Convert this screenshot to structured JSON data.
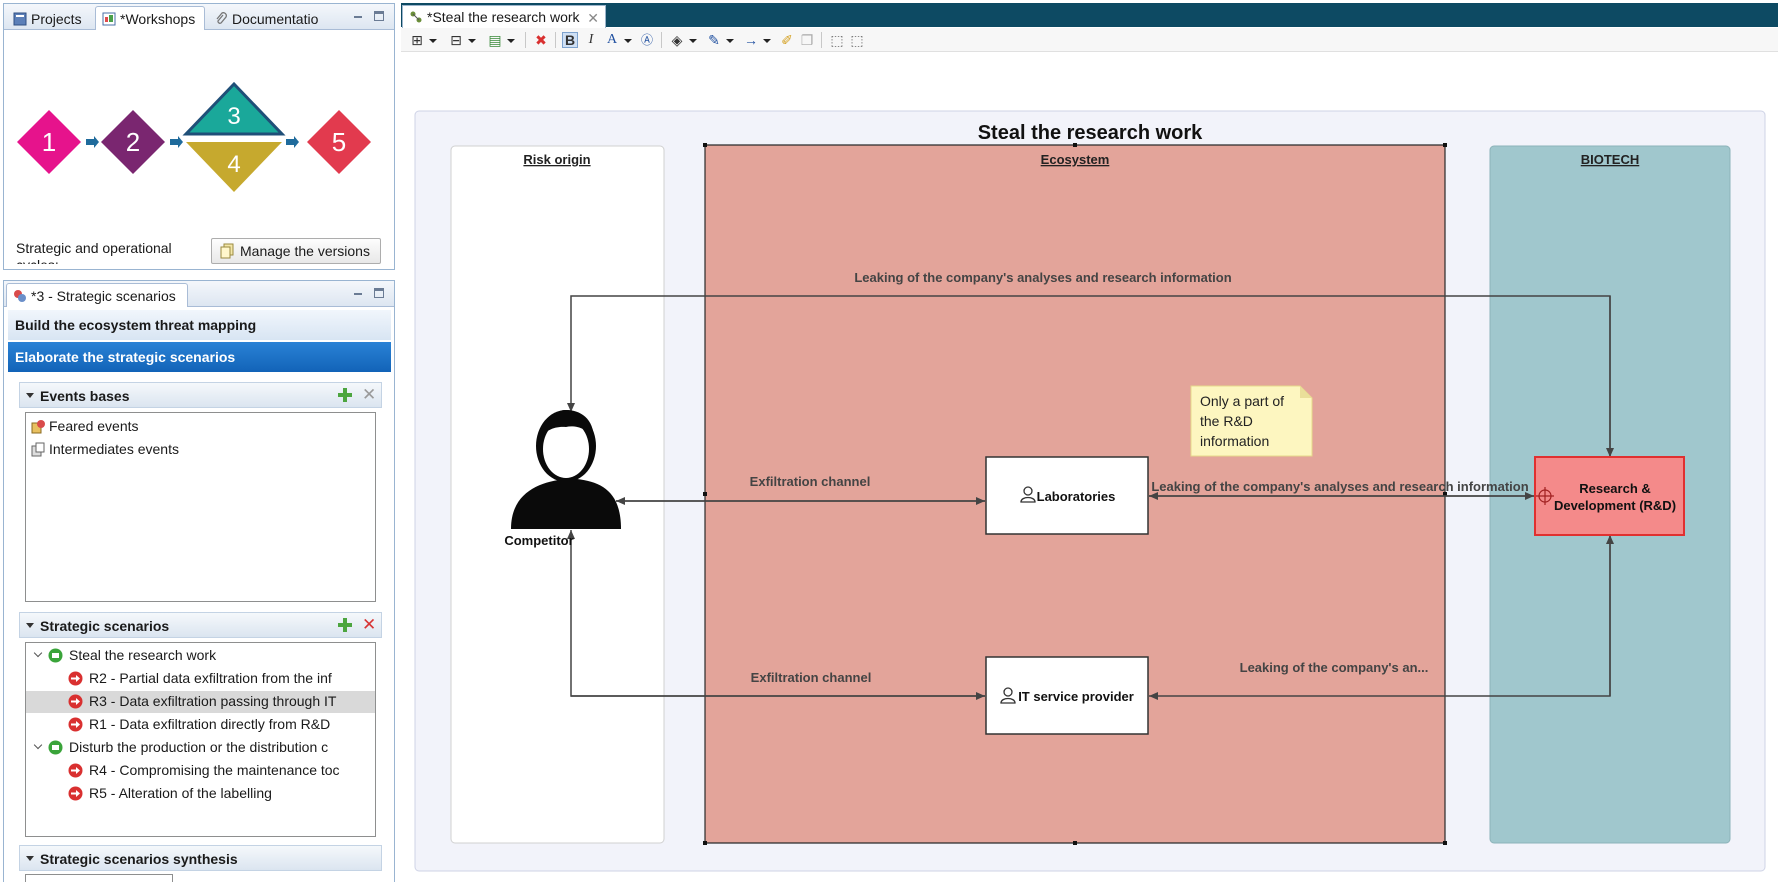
{
  "left_top": {
    "tabs": [
      {
        "label": "Projects"
      },
      {
        "label": "*Workshops"
      },
      {
        "label": "Documentatio"
      }
    ],
    "cycle_steps": [
      "1",
      "2",
      "3",
      "4",
      "5"
    ],
    "cycles_label": "Strategic and operational cycles:",
    "manage_versions": "Manage the versions"
  },
  "left_bottom": {
    "tab_label": "*3 - Strategic scenarios",
    "steps": [
      {
        "label": "Build the ecosystem threat mapping"
      },
      {
        "label": "Elaborate the strategic scenarios"
      }
    ],
    "events": {
      "title": "Events bases",
      "items": [
        {
          "label": "Feared events"
        },
        {
          "label": "Intermediates events"
        }
      ]
    },
    "scenarios": {
      "title": "Strategic scenarios",
      "items": [
        {
          "label": "Steal the research work",
          "level": 0
        },
        {
          "label": "R2 - Partial data exfiltration from the inf",
          "level": 1
        },
        {
          "label": "R3 - Data exfiltration passing through IT",
          "level": 1
        },
        {
          "label": "R1 - Data exfiltration directly from R&D",
          "level": 1
        },
        {
          "label": "Disturb the production or the distribution c",
          "level": 0
        },
        {
          "label": "R4 - Compromising the maintenance toc",
          "level": 1
        },
        {
          "label": "R5 - Alteration of the labelling",
          "level": 1
        }
      ]
    },
    "synthesis_title": "Strategic scenarios synthesis"
  },
  "editor": {
    "tab_label": "*Steal the research work",
    "toolbar": {
      "bold": "B",
      "italic": "I",
      "font_color": "A"
    }
  },
  "diagram": {
    "title": "Steal the research work",
    "lanes": {
      "risk_origin": "Risk origin",
      "ecosystem": "Ecosystem",
      "biotech": "BIOTECH"
    },
    "nodes": {
      "competitor": "Competitor",
      "laboratories": "Laboratories",
      "it_provider": "IT service provider",
      "rd_line1": "Research &",
      "rd_line2": "Development (R&D)"
    },
    "note": [
      "Only a part of",
      "the R&D",
      "information"
    ],
    "edges": {
      "top": "Leaking of the company's analyses and research information",
      "exfil1": "Exfiltration channel",
      "mid": "Leaking of the company's analyses and research information",
      "exfil2": "Exfiltration channel",
      "bottom": "Leaking of the company's an..."
    }
  },
  "colors": {
    "ecosystem_fill": "#e3a49a",
    "biotech_fill": "#a0c7cd",
    "rd_fill": "#f48a8a",
    "rd_border": "#e03030",
    "note_fill": "#fdf6c0",
    "editor_tabbar": "#0d4a63"
  }
}
